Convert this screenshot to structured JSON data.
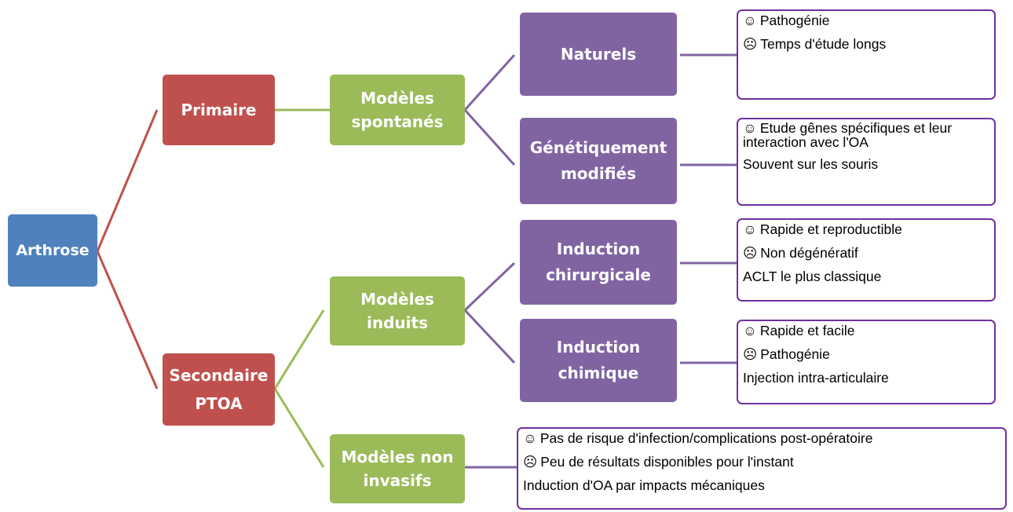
{
  "root": {
    "label": "Arthrose"
  },
  "types": {
    "primaire": {
      "label": "Primaire"
    },
    "secondaire": {
      "line1": "Secondaire",
      "line2": "PTOA"
    }
  },
  "models": {
    "spontanes": {
      "line1": "Modèles",
      "line2": "spontanés"
    },
    "induits": {
      "line1": "Modèles",
      "line2": "induits"
    },
    "non_invasifs": {
      "line1": "Modèles non",
      "line2": "invasifs"
    }
  },
  "subtypes": {
    "naturels": {
      "line1": "Naturels"
    },
    "genetiques": {
      "line1": "Génétiquement",
      "line2": "modifiés"
    },
    "chirurgicale": {
      "line1": "Induction",
      "line2": "chirurgicale"
    },
    "chimique": {
      "line1": "Induction",
      "line2": "chimique"
    }
  },
  "symbols": {
    "positive": "☺",
    "negative": "☹"
  },
  "notes": {
    "naturels": {
      "pro": "Pathogénie",
      "con": "Temps d'étude longs"
    },
    "genetiques": {
      "pro": "Etude gênes spécifiques et leur interaction avec l'OA",
      "info": "Souvent sur les souris"
    },
    "chirurgicale": {
      "pro": "Rapide et reproductible",
      "con": "Non dégénératif",
      "info": "ACLT le plus classique"
    },
    "chimique": {
      "pro": "Rapide et facile",
      "con": "Pathogénie",
      "info": "Injection intra-articulaire"
    },
    "non_invasifs": {
      "pro": "Pas de risque d'infection/complications post-opératoire",
      "con": "Peu de résultats disponibles pour l'instant",
      "info": "Induction d'OA par impacts mécaniques"
    }
  },
  "colors": {
    "root": "#4f81bd",
    "level1": "#c0504d",
    "level2": "#9bbb59",
    "level3": "#8064a2",
    "note_border": "#7030a0"
  }
}
